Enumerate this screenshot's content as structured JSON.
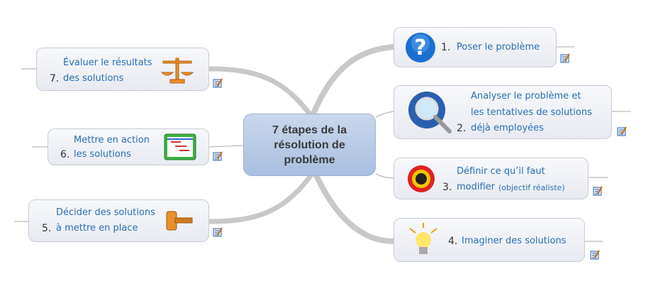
{
  "central": {
    "line1": "7 étapes de la",
    "line2": "résolution de",
    "line3": "problème"
  },
  "steps": [
    {
      "num": "1.",
      "lines": [
        "Poser le problème"
      ],
      "icon": "question-icon"
    },
    {
      "num": "2.",
      "lines": [
        "Analyser le problème et",
        "les tentatives de solutions",
        "déjà employées"
      ],
      "icon": "magnifier-globe-icon"
    },
    {
      "num": "3.",
      "lines": [
        "Définir ce qu’il faut",
        "modifier",
        "(objectif réaliste)"
      ],
      "icon": "target-icon"
    },
    {
      "num": "4.",
      "lines": [
        "Imaginer des solutions"
      ],
      "icon": "lightbulb-icon"
    },
    {
      "num": "5.",
      "lines": [
        "Décider des solutions",
        "à mettre en place"
      ],
      "icon": "gavel-icon"
    },
    {
      "num": "6.",
      "lines": [
        "Mettre en  action",
        "les solutions"
      ],
      "icon": "gantt-chart-icon"
    },
    {
      "num": "7.",
      "lines": [
        "Évaluer le résultats",
        "des solutions"
      ],
      "icon": "scales-icon"
    }
  ],
  "colors": {
    "text": "#2a6fb5",
    "branch": "#c8c8c8"
  }
}
